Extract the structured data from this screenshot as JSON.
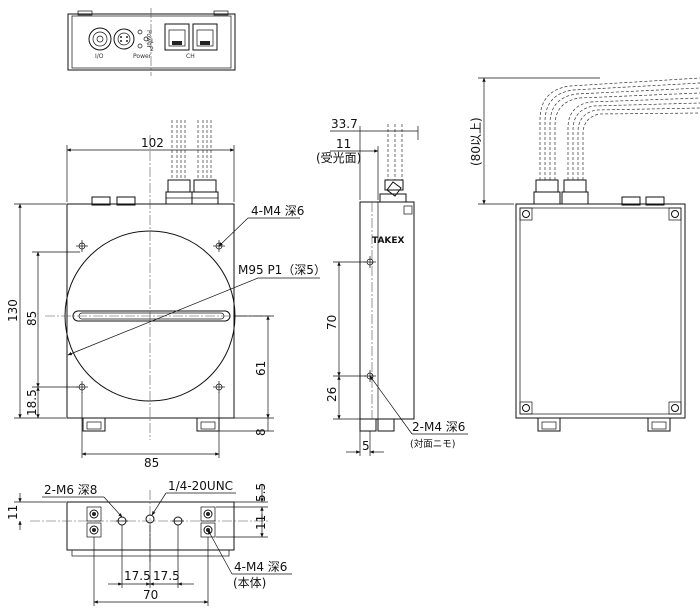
{
  "top_view": {
    "label_io": "I/O",
    "label_power_1": "Power",
    "label_power_2": "Power",
    "label_1": "1",
    "label_2": "2",
    "label_ch": "CH"
  },
  "front_view": {
    "dim_width": "102",
    "dim_height": "130",
    "dim_85_v": "85",
    "dim_18_5": "18.5",
    "dim_61": "61",
    "dim_8": "8",
    "dim_85_h": "85",
    "note_m4": "4-M4 深6",
    "note_m95": "M95 P1（深5）"
  },
  "side_view": {
    "dim_33_7": "33.7",
    "dim_11": "11",
    "note_receiving": "(受光面)",
    "logo": "TAKEX",
    "dim_70": "70",
    "dim_26": "26",
    "dim_5": "5",
    "note_m4": "2-M4 深6",
    "note_opposite": "(対面ニモ)"
  },
  "rear_view": {
    "dim_80": "(80以上)"
  },
  "bottom_view": {
    "note_m6": "2-M6 深8",
    "note_unc": "1/4-20UNC",
    "dim_5_5": "5.5",
    "dim_11_left": "11",
    "dim_11_right": "11",
    "dim_17_5_a": "17.5",
    "dim_17_5_b": "17.5",
    "dim_70": "70",
    "note_m4": "4-M4 深6",
    "note_body": "(本体)"
  }
}
